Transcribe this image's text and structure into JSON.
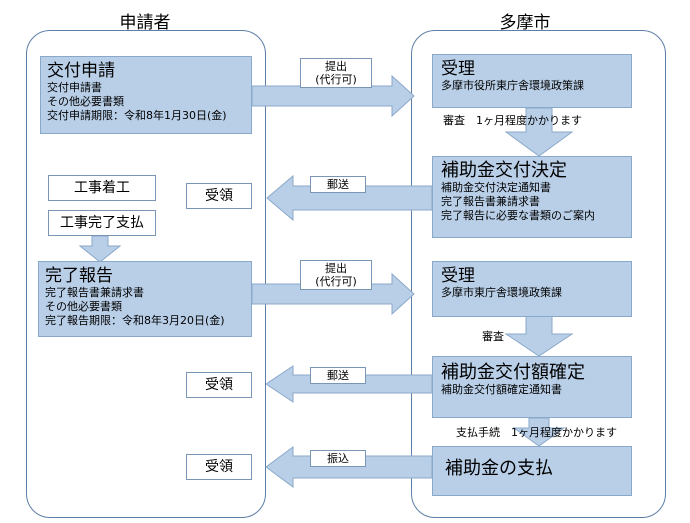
{
  "lanes": {
    "applicant": "申請者",
    "city": "多摩市"
  },
  "left": {
    "apply": {
      "title": "交付申請",
      "lines": [
        "交付申請書",
        "その他必要書類",
        "交付申請期限：令和8年1月30日(金)"
      ]
    },
    "start": "工事着工",
    "complete_pay": "工事完了支払",
    "report": {
      "title": "完了報告",
      "lines": [
        "完了報告書兼請求書",
        "その他必要書類",
        "完了報告期限：令和8年3月20日(金)"
      ]
    },
    "receive1": "受領",
    "receive2": "受領",
    "receive3": "受領"
  },
  "right": {
    "accept1": {
      "title": "受理",
      "lines": [
        "多摩市役所東庁舎環境政策課"
      ]
    },
    "review1": "審査　1ヶ月程度かかります",
    "decision": {
      "title": "補助金交付決定",
      "lines": [
        "補助金交付決定通知書",
        "完了報告書兼請求書",
        "完了報告に必要な書類のご案内"
      ]
    },
    "accept2": {
      "title": "受理",
      "lines": [
        "多摩市東庁舎環境政策課"
      ]
    },
    "review2": "審査",
    "confirm": {
      "title": "補助金交付額確定",
      "lines": [
        "補助金交付額確定通知書"
      ]
    },
    "payment_note": "支払手続　1ヶ月程度かかります",
    "payment": {
      "title": "補助金の支払"
    }
  },
  "arrows": {
    "submit1": [
      "提出",
      "(代行可)"
    ],
    "mail1": "郵送",
    "submit2": [
      "提出",
      "(代行可)"
    ],
    "mail2": "郵送",
    "transfer": "振込"
  },
  "colors": {
    "box_fill": "#b9cfe8",
    "arrow_fill": "#b9cfe8",
    "lane_border": "#5d7fa5"
  }
}
